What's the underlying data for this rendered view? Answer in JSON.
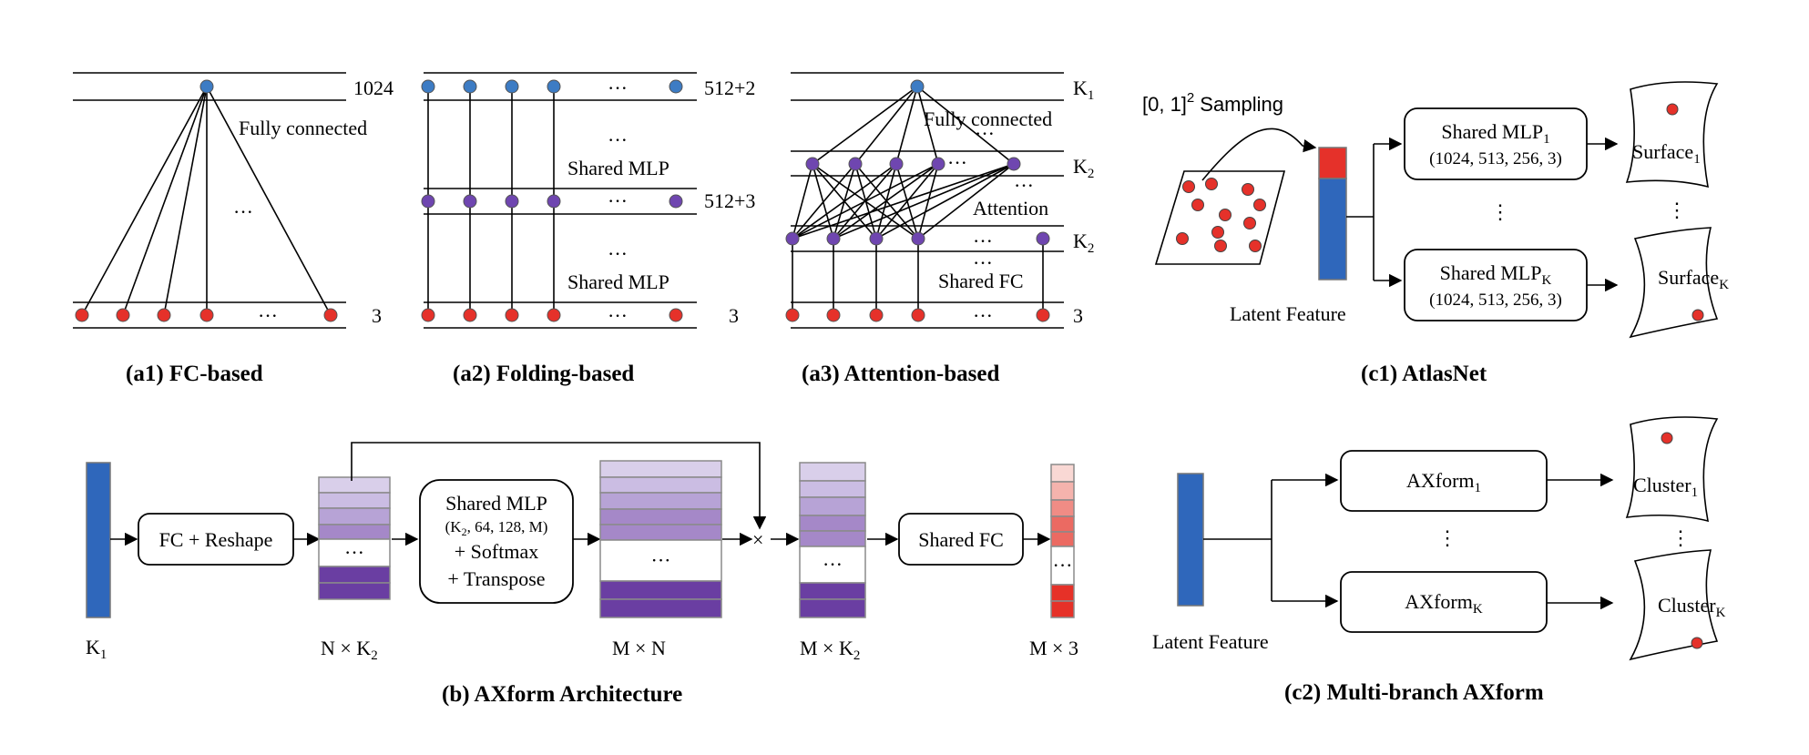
{
  "colors": {
    "red_node": "#e5312a",
    "blue_node": "#3d7cc4",
    "purple_node": "#6f46b0",
    "blue_bar": "#2f67bb",
    "purple_shades": [
      "#d9cfea",
      "#cbbde3",
      "#b7a3d6",
      "#a588c8",
      "#6a3ea2"
    ],
    "red_shades": [
      "#f9d8d4",
      "#f5b3ad",
      "#f08c85",
      "#eb6a62",
      "#e63128"
    ]
  },
  "a1": {
    "top_label": "1024",
    "bottom_label": "3",
    "edge_label": "Fully connected",
    "ellipsis": "···",
    "caption": "(a1) FC-based"
  },
  "a2": {
    "top_label": "512+2",
    "mid_label": "512+3",
    "bottom_label": "3",
    "mlp1": "Shared MLP",
    "mlp2": "Shared MLP",
    "ellipsis": "···",
    "caption": "(a2) Folding-based"
  },
  "a3": {
    "k1": "K",
    "k1_sub": "1",
    "k2a": "K",
    "k2a_sub": "2",
    "k2b": "K",
    "k2b_sub": "2",
    "bottom_label": "3",
    "fc_label": "Fully connected",
    "attn_label": "Attention",
    "shared_fc": "Shared FC",
    "ellipsis": "···",
    "caption": "(a3) Attention-based"
  },
  "c1": {
    "sampling": "[0, 1]",
    "sampling_sup": "2",
    "sampling_word": "Sampling",
    "latent": "Latent Feature",
    "mlp1": "Shared MLP",
    "mlp1_sub": "1",
    "mlp1_dims": "(1024, 513, 256, 3)",
    "mlpk": "Shared MLP",
    "mlpk_sub": "K",
    "mlpk_dims": "(1024, 513, 256, 3)",
    "surface1": "Surface",
    "surface1_sub": "1",
    "surfacek": "Surface",
    "surfacek_sub": "K",
    "vdots": "⋮",
    "caption": "(c1) AtlasNet"
  },
  "b": {
    "k1": "K",
    "k1_sub": "1",
    "fc_reshape": "FC + Reshape",
    "nk2": "N × K",
    "nk2_sub": "2",
    "mlp_title": "Shared MLP",
    "mlp_dims_pre": "(K",
    "mlp_dims_sub": "2",
    "mlp_dims_post": ", 64, 128, M)",
    "softmax": "+ Softmax",
    "transpose": "+ Transpose",
    "mn": "M × N",
    "times": "×",
    "mk2": "M × K",
    "mk2_sub": "2",
    "shared_fc": "Shared FC",
    "m3": "M × 3",
    "ellipsis": "···",
    "caption": "(b) AXform Architecture"
  },
  "c2": {
    "latent": "Latent Feature",
    "ax1": "AXform",
    "ax1_sub": "1",
    "axk": "AXform",
    "axk_sub": "K",
    "cluster1": "Cluster",
    "cluster1_sub": "1",
    "clusterk": "Cluster",
    "clusterk_sub": "K",
    "vdots": "⋮",
    "caption": "(c2) Multi-branch AXform"
  }
}
